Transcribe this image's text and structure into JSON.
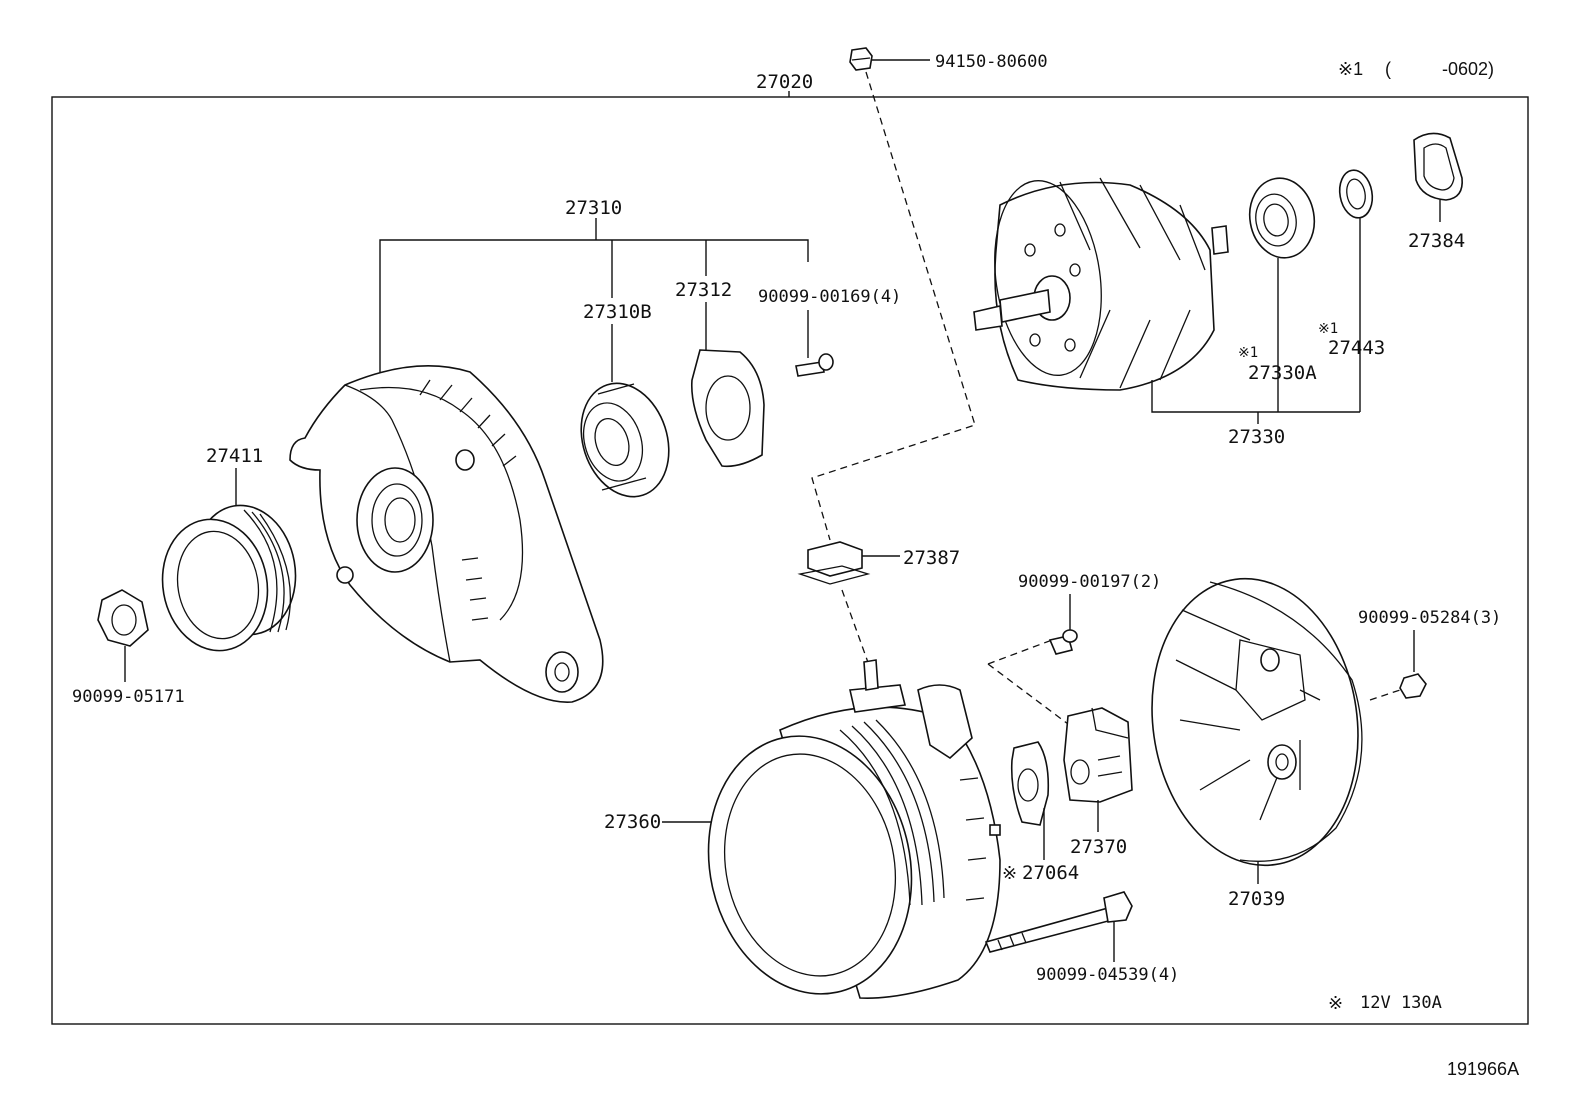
{
  "diagram": {
    "figure_id": "191966A",
    "assembly_number": "27020",
    "notes": {
      "note1_mark": "※1",
      "note1_open": "(",
      "note1_range": "-0602)",
      "note2_mark": "※",
      "note2_text": "12V 130A"
    },
    "parts": {
      "p94150": "94150-80600",
      "p27310": "27310",
      "p27310b": "27310B",
      "p27312": "27312",
      "p90099_00169": "90099-00169(4)",
      "p27411": "27411",
      "p90099_05171": "90099-05171",
      "p27387": "27387",
      "p90099_00197": "90099-00197(2)",
      "p90099_05284": "90099-05284(3)",
      "p27360": "27360",
      "p27370": "27370",
      "p27064_mark": "※",
      "p27064": "27064",
      "p27039": "27039",
      "p90099_04539": "90099-04539(4)",
      "p27330": "27330",
      "p27330a_mark": "※1",
      "p27330a": "27330A",
      "p27443_mark": "※1",
      "p27443": "27443",
      "p27384": "27384"
    }
  }
}
